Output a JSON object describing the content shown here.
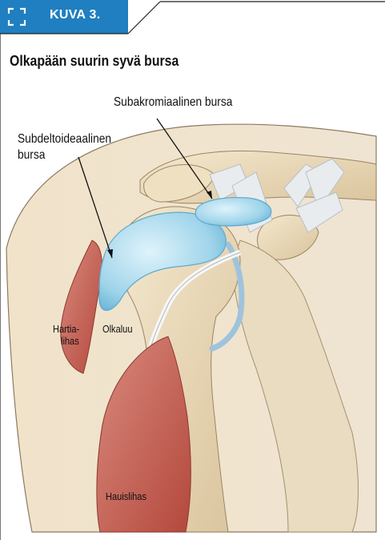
{
  "header": {
    "tag": "KUVA 3.",
    "title": "Olkapään suurin syvä bursa",
    "accent_color": "#1f7fc0"
  },
  "labels": {
    "subacromial": "Subakromiaalinen bursa",
    "subdeltoid_line1": "Subdeltoideaalinen",
    "subdeltoid_line2": "bursa",
    "deltoid_line1": "Hartia-",
    "deltoid_line2": "lihas",
    "humerus": "Olkaluu",
    "biceps": "Hauislihas"
  },
  "icons": {
    "tab": "corner-brackets-icon"
  }
}
